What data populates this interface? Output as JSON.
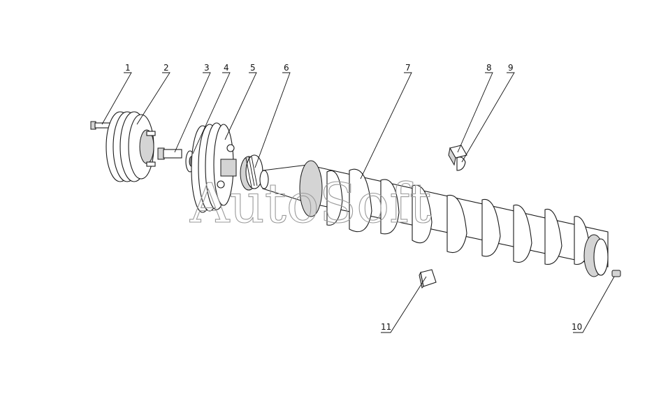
{
  "diagram": {
    "callouts": [
      {
        "number": "1"
      },
      {
        "number": "2"
      },
      {
        "number": "3"
      },
      {
        "number": "4"
      },
      {
        "number": "5"
      },
      {
        "number": "6"
      },
      {
        "number": "7"
      },
      {
        "number": "8"
      },
      {
        "number": "9"
      },
      {
        "number": "10"
      },
      {
        "number": "11"
      }
    ],
    "watermark": "AutoSoft"
  }
}
